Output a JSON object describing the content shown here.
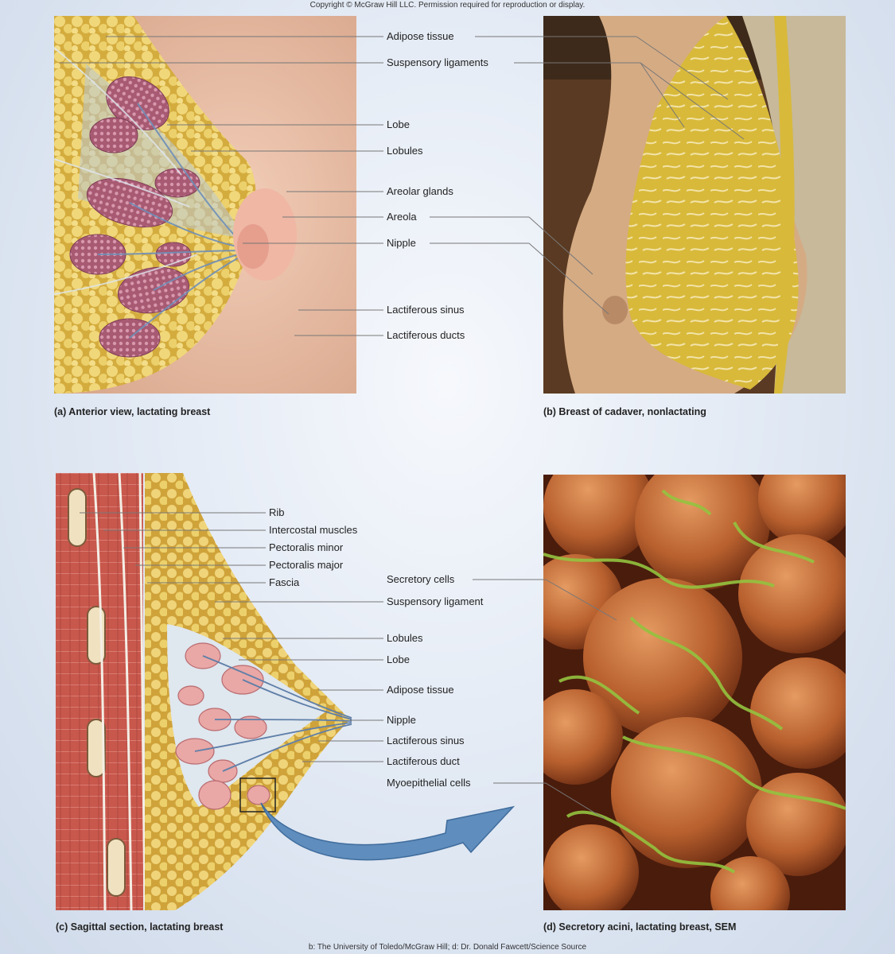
{
  "copyright": "Copyright © McGraw Hill LLC. Permission required for reproduction or display.",
  "credits": "b: The University of Toledo/McGraw Hill; d: Dr. Donald Fawcett/Science Source",
  "panels": {
    "a": {
      "caption": "(a) Anterior view, lactating breast"
    },
    "b": {
      "caption": "(b) Breast of cadaver, nonlactating"
    },
    "c": {
      "caption": "(c) Sagittal section, lactating breast"
    },
    "d": {
      "caption": "(d) Secretory acini, lactating breast, SEM"
    }
  },
  "labels_top": [
    "Adipose tissue",
    "Suspensory ligaments",
    "Lobe",
    "Lobules",
    "Areolar glands",
    "Areola",
    "Nipple",
    "Lactiferous sinus",
    "Lactiferous ducts"
  ],
  "labels_c": [
    "Rib",
    "Intercostal muscles",
    "Pectoralis minor",
    "Pectoralis major",
    "Fascia"
  ],
  "labels_mid": [
    "Secretory cells",
    "Suspensory ligament",
    "Lobules",
    "Lobe",
    "Adipose tissue",
    "Nipple",
    "Lactiferous sinus",
    "Lactiferous duct",
    "Myoepithelial cells"
  ],
  "colors": {
    "adipose": "#e8cf62",
    "skin": "#e9bfa6",
    "lobule": "#b96a84",
    "muscle": "#c95a4f",
    "sem_orange": "#b45a2c",
    "sem_green": "#8fbf3a",
    "arrow": "#5f8dbd"
  }
}
